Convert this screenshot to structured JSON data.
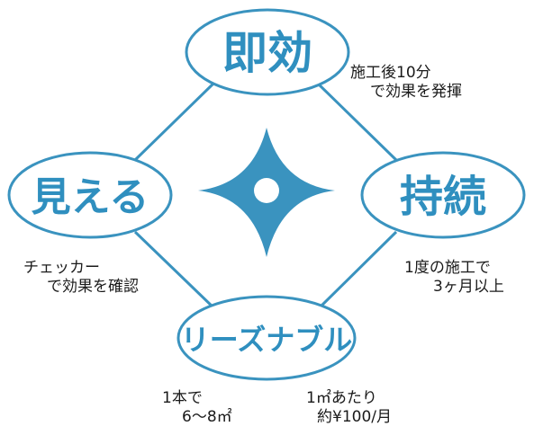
{
  "colors": {
    "accent": "#3a93bf",
    "ellipse_stroke": "#3a93bf",
    "connector": "#3a93bf",
    "label": "#2f8fbf",
    "text": "#1a1a1a",
    "background": "#ffffff"
  },
  "center_shape": {
    "icon": "four-pointed-shuriken-star-icon"
  },
  "nodes": {
    "top": {
      "label": "即効",
      "caption_line1": "施工後10分",
      "caption_line2": "で効果を発揮"
    },
    "left": {
      "label": "見える",
      "caption_line1": "チェッカー",
      "caption_line2": "で効果を確認"
    },
    "right": {
      "label": "持続",
      "caption_line1": "1度の施工で",
      "caption_line2": "3ヶ月以上"
    },
    "bottom": {
      "label": "リーズナブル",
      "caption_left_line1": "1本で",
      "caption_left_line2": "6〜8㎡",
      "caption_right_line1": "1㎡あたり",
      "caption_right_line2": "約¥100/月"
    }
  }
}
